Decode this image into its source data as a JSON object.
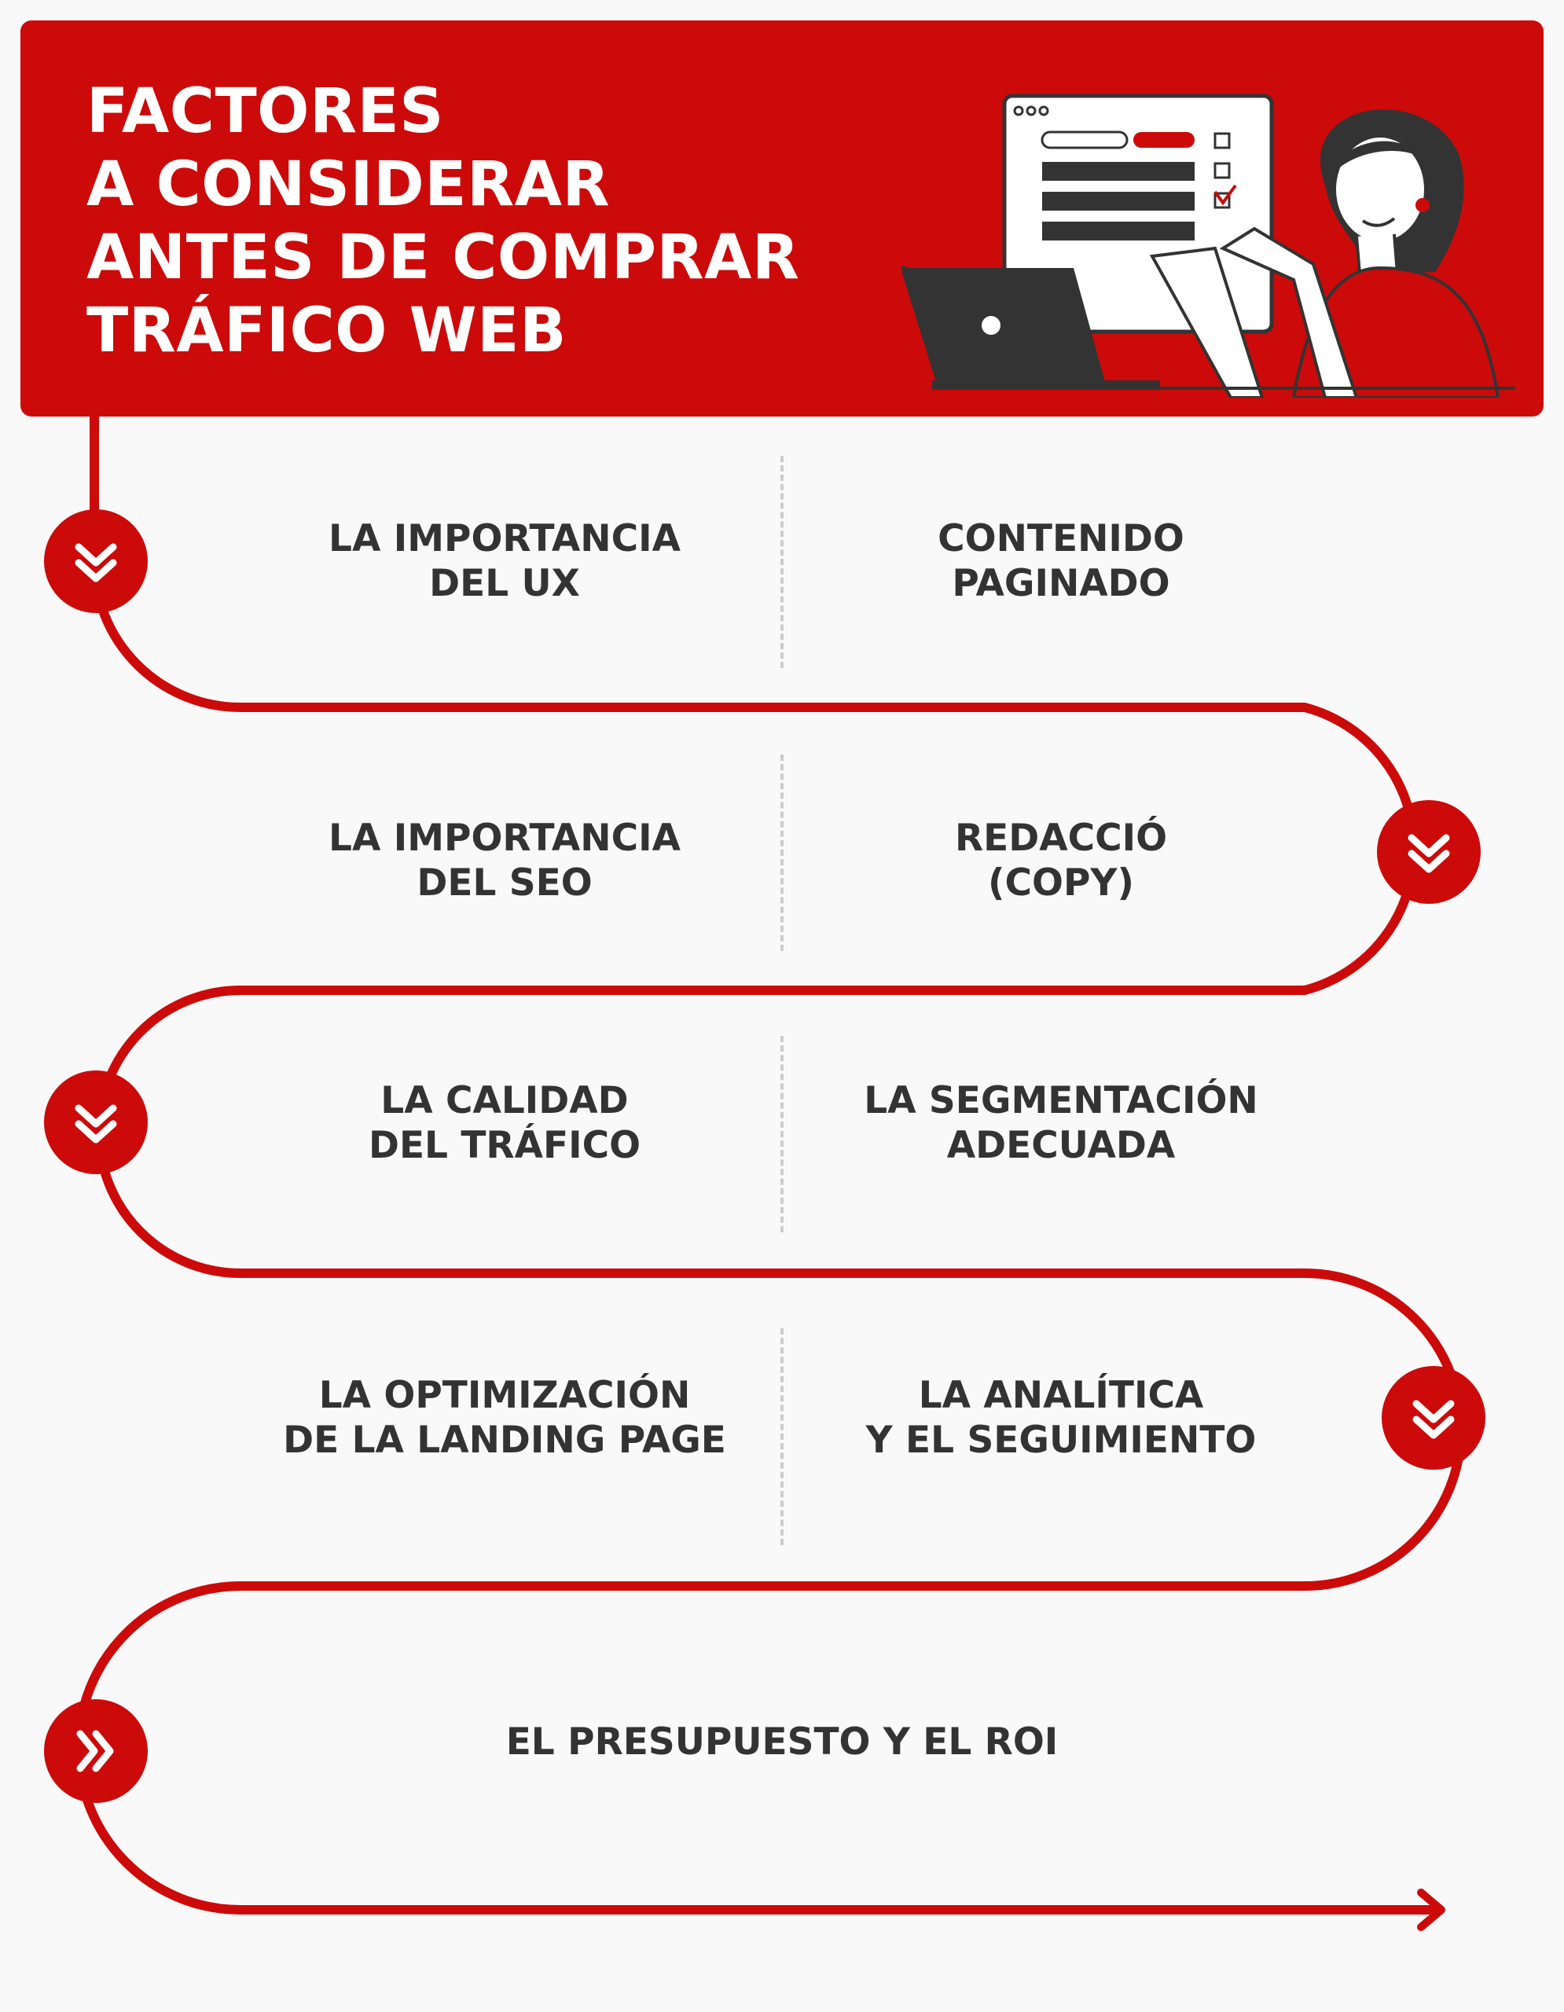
{
  "header": {
    "title_lines": [
      "FACTORES",
      "A CONSIDERAR",
      "ANTES DE COMPRAR",
      "TRÁFICO WEB"
    ]
  },
  "steps": [
    {
      "left": [
        "LA IMPORTANCIA",
        "DEL UX"
      ],
      "right": [
        "CONTENIDO",
        "PAGINADO"
      ]
    },
    {
      "left": [
        "LA IMPORTANCIA",
        "DEL SEO"
      ],
      "right": [
        "REDACCIÓ",
        "(COPY)"
      ]
    },
    {
      "left": [
        "LA CALIDAD",
        "DEL TRÁFICO"
      ],
      "right": [
        "LA SEGMENTACIÓN",
        "ADECUADA"
      ]
    },
    {
      "left": [
        "LA OPTIMIZACIÓN",
        "DE LA LANDING PAGE"
      ],
      "right": [
        "LA ANALÍTICA",
        "Y EL SEGUIMIENTO"
      ]
    }
  ],
  "final_step": "EL PRESUPUESTO Y EL ROI",
  "colors": {
    "accent": "#cc0a0a",
    "text": "#333333",
    "background": "#f9f9f9"
  },
  "icons": {
    "step_marker": "double-chevron-down-icon",
    "final_marker": "double-chevron-right-icon",
    "path_end": "arrow-right-icon"
  }
}
